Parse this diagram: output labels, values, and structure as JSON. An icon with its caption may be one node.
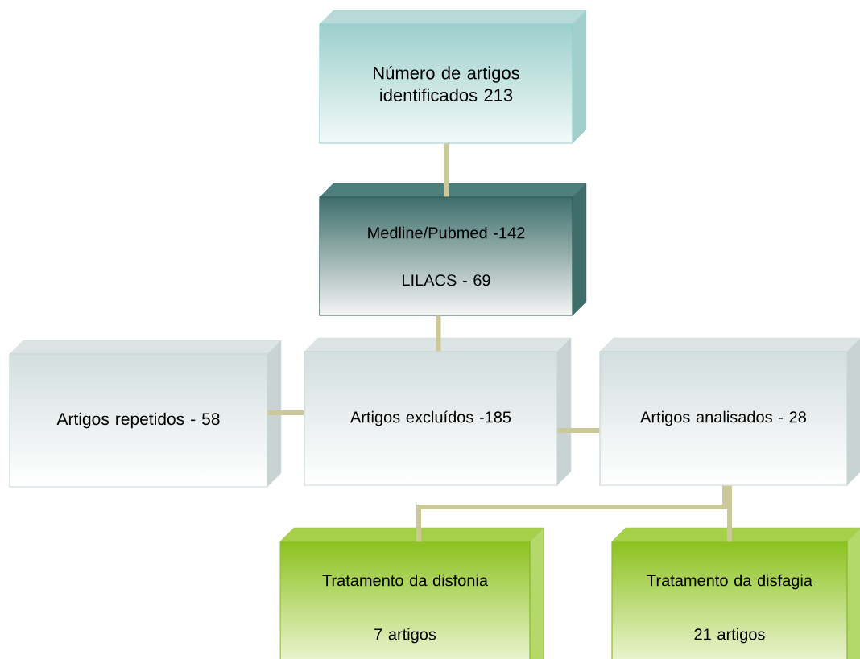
{
  "diagram": {
    "nodes": [
      {
        "text": [
          "Número de artigos identificados 213"
        ]
      },
      {
        "text": [
          "Medline/Pubmed -142",
          "LILACS - 69"
        ]
      },
      {
        "text": [
          "Artigos repetidos - 58"
        ]
      },
      {
        "text": [
          "Artigos excluídos -185"
        ]
      },
      {
        "text": [
          "Artigos analisados - 28"
        ]
      },
      {
        "text": [
          "Tratamento da disfonia",
          "7 artigos"
        ]
      },
      {
        "text": [
          "Tratamento da disfagia",
          "21 artigos"
        ]
      }
    ],
    "edges": [
      {
        "from": 0,
        "to": 1,
        "arrow": "none"
      },
      {
        "from": 1,
        "to": 3,
        "arrow": "none"
      },
      {
        "from": 2,
        "to": 3,
        "arrow": "none"
      },
      {
        "from": 3,
        "to": 4,
        "arrow": "none"
      },
      {
        "from": 4,
        "to": 5,
        "arrow": "none"
      },
      {
        "from": 4,
        "to": 6,
        "arrow": "none"
      }
    ]
  }
}
